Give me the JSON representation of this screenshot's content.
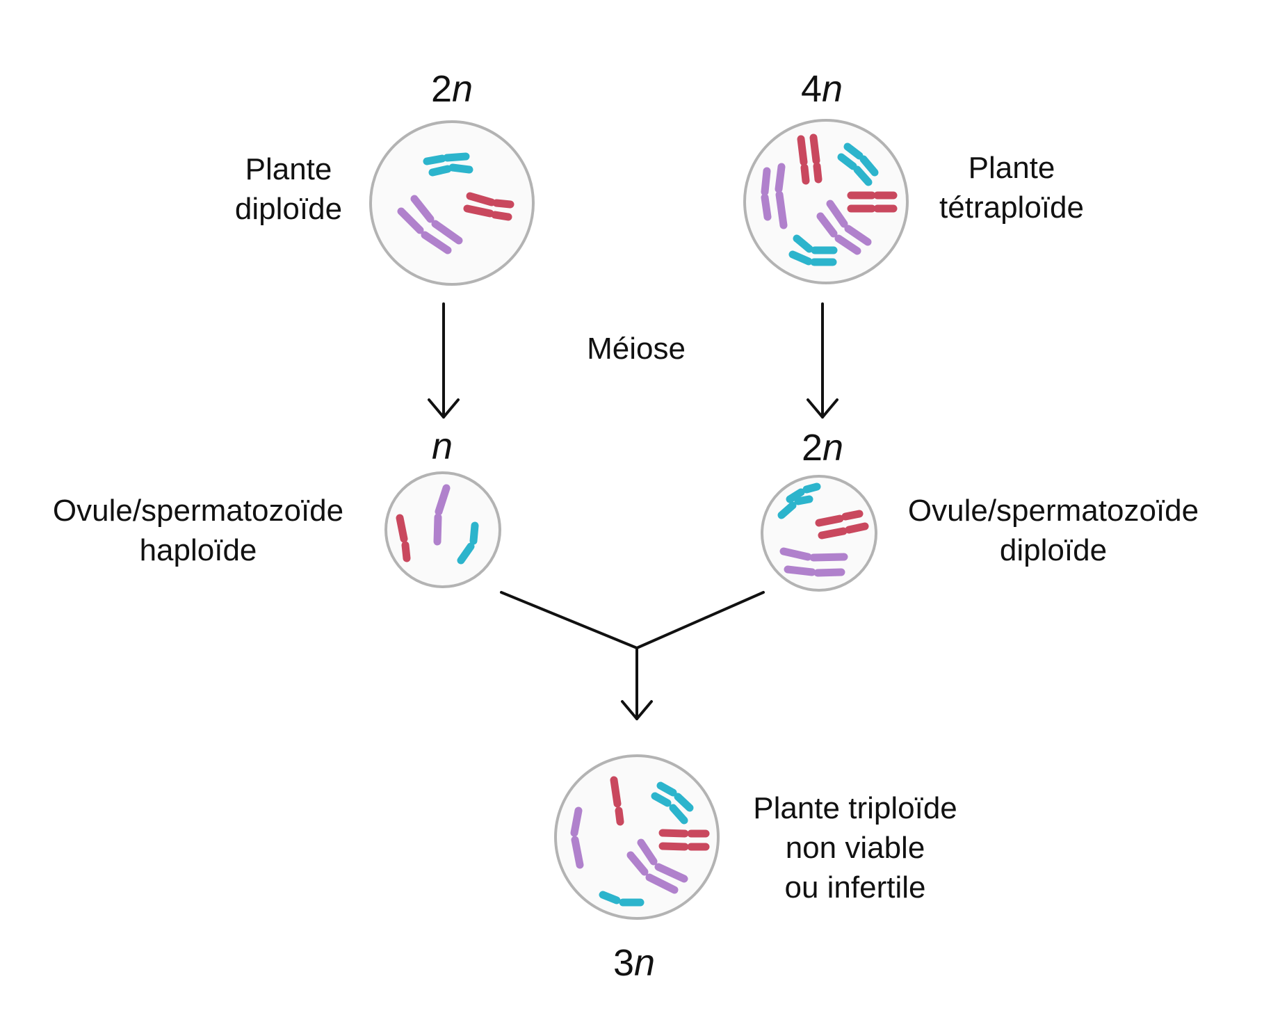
{
  "colors": {
    "cyan": "#2cb4cc",
    "red": "#c9485e",
    "purple": "#b081cc",
    "cell_border": "#b3b3b3",
    "cell_fill": "#fafafa",
    "arrow": "#111111"
  },
  "cells": {
    "diploid_plant": {
      "ploidy_num": "2",
      "ploidy_var": "n",
      "label_line1": "Plante",
      "label_line2": "diploïde"
    },
    "tetraploid_plant": {
      "ploidy_num": "4",
      "ploidy_var": "n",
      "label_line1": "Plante",
      "label_line2": "tétraploïde"
    },
    "haploid_gamete": {
      "ploidy_num": "",
      "ploidy_var": "n",
      "label_line1": "Ovule/spermatozoïde",
      "label_line2": "haploïde"
    },
    "diploid_gamete": {
      "ploidy_num": "2",
      "ploidy_var": "n",
      "label_line1": "Ovule/spermatozoïde",
      "label_line2": "diploïde"
    },
    "triploid_plant": {
      "ploidy_num": "3",
      "ploidy_var": "n",
      "label_line1": "Plante triploïde",
      "label_line2": "non viable",
      "label_line3": "ou infertile"
    }
  },
  "process": {
    "meiosis_label": "Méiose"
  }
}
